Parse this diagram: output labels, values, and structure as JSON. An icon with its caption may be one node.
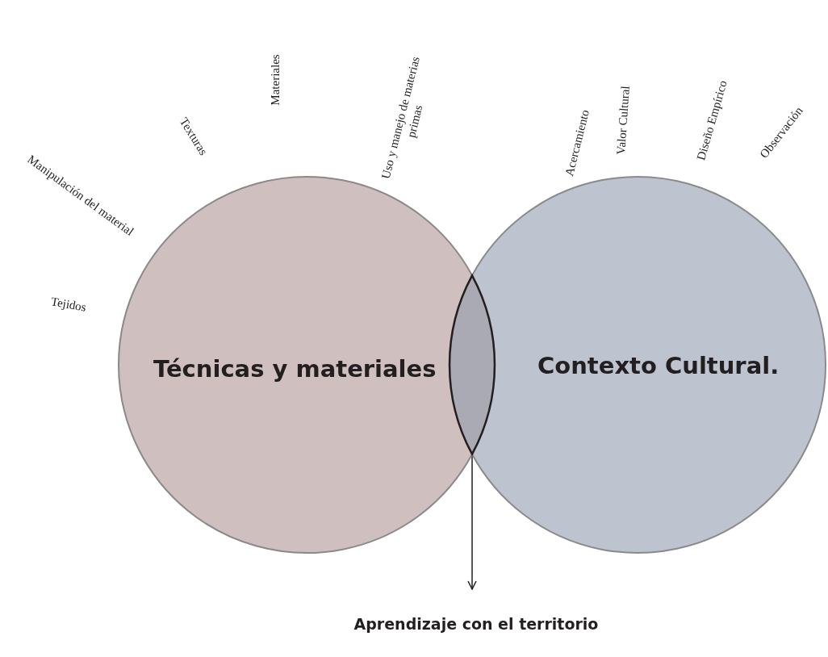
{
  "diagram": {
    "nodes": [
      {
        "text": [
          "Técnicas y materiales"
        ]
      },
      {
        "text": [
          "Contexto Cultural."
        ]
      },
      {
        "text": [],
        "shape": "lens"
      },
      {
        "text": [
          "Aprendizaje con el territorio"
        ]
      }
    ],
    "edges": [
      {
        "from": 2,
        "to": 3,
        "arrow": "to"
      }
    ],
    "labels": [
      "Manipulación del material",
      "Tejidos",
      "Texturas",
      "Materiales",
      "Uso y manejo de materias primas",
      "Acercamiento",
      "Valor Cultural",
      "Diseño Empírico",
      "Observación"
    ]
  }
}
